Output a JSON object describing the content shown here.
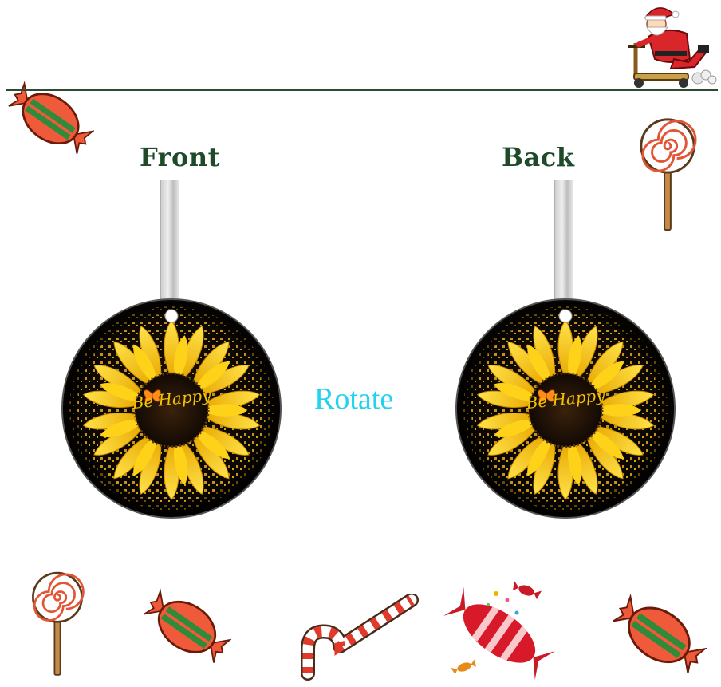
{
  "labels": {
    "front": "Front",
    "back": "Back",
    "rotate": "Rotate"
  },
  "ornament": {
    "text": "Be Happy"
  },
  "decorations": {
    "top_candy": "candy-icon",
    "top_lollipop": "lollipop-icon",
    "santa": "santa-scooter-icon",
    "bottom": [
      "lollipop-icon",
      "candy-icon",
      "candy-cane-icon",
      "wrapped-candy-icon",
      "candy-icon"
    ]
  },
  "colors": {
    "label": "#1f4a2a",
    "rotate": "#22d3ee",
    "petal": "#f5c400",
    "center": "#2a1a0a"
  }
}
